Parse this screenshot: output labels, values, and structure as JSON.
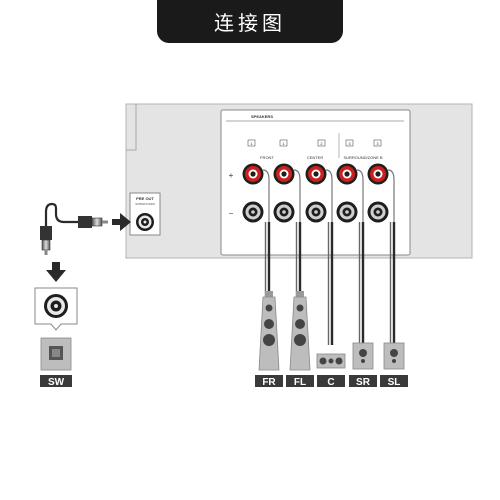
{
  "title": "连接图",
  "panel": {
    "speakers_label": "SPEAKERS",
    "front_label": "FRONT",
    "center_label": "CENTER",
    "surround_label": "SURROUND/ZONE B",
    "channel_numbers": [
      "1",
      "1",
      "2",
      "3",
      "3"
    ],
    "pre_out_label": "PRE OUT",
    "pre_out_sublabel": "SUBWOOFER",
    "plus_sign": "+",
    "minus_sign": "−"
  },
  "speakers": [
    {
      "id": "FR",
      "label": "FR"
    },
    {
      "id": "FL",
      "label": "FL"
    },
    {
      "id": "C",
      "label": "C"
    },
    {
      "id": "SR",
      "label": "SR"
    },
    {
      "id": "SL",
      "label": "SL"
    }
  ],
  "subwoofer": {
    "label": "SW"
  },
  "colors": {
    "panel_bg": "#e4e4e4",
    "terminal_red": "#cc1f1f",
    "dark": "#2a2a2a",
    "speaker_gray": "#bdbdbd",
    "label_bg": "#3a3a3a"
  },
  "icons": {
    "arrow": "arrow-icon",
    "rca_jack": "rca-jack-icon",
    "rca_plug": "rca-plug-icon"
  }
}
